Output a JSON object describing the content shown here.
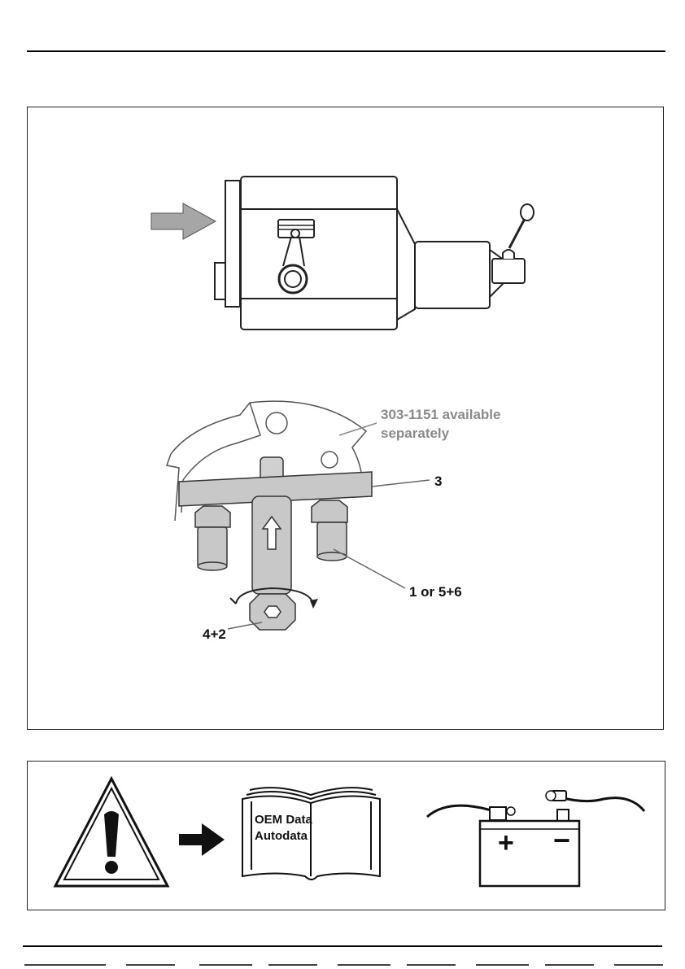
{
  "callouts": {
    "part_number": "303-1151 available",
    "part_number_line2": "separately",
    "label_3": "3",
    "label_1_or_5_6": "1 or 5+6",
    "label_4_2": "4+2"
  },
  "warning_panel": {
    "book_line1": "OEM Data",
    "book_line2": "Autodata",
    "battery_plus": "+",
    "battery_minus": "−"
  },
  "icons": {
    "engine": "engine-diagram-icon",
    "arrow": "arrow-right-icon",
    "piston": "piston-icon",
    "tool": "puller-tool-icon",
    "warning": "warning-triangle-icon",
    "book": "book-icon",
    "battery": "battery-disconnect-icon"
  },
  "colors": {
    "arrow_fill": "#a6a6a6",
    "tool_fill": "#c8c8c8",
    "callout_grey": "#8a8a8a"
  }
}
